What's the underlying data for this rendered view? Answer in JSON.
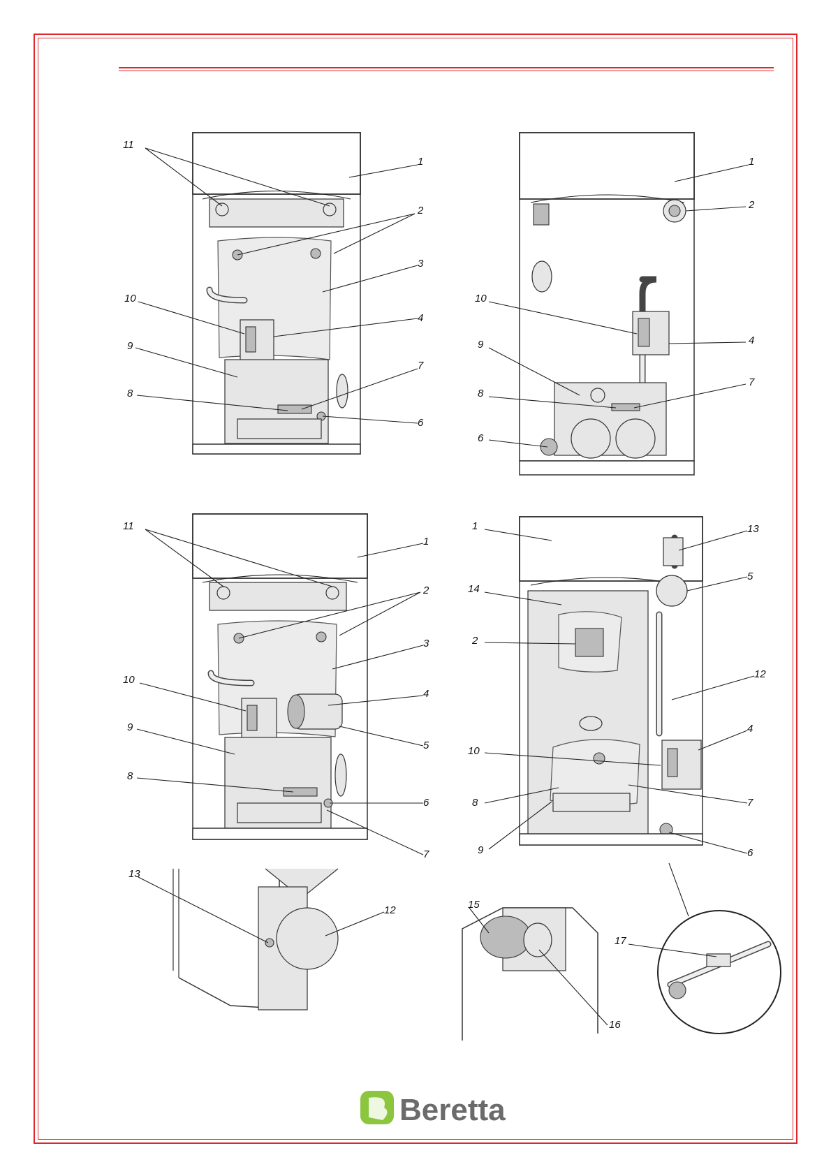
{
  "brand": {
    "name": "Beretta",
    "logo_color": "#8cc63f",
    "text_color": "#6b6b6b"
  },
  "accent_color": "#e0262b",
  "views": [
    {
      "id": "top-left",
      "labels": [
        "11",
        "1",
        "2",
        "3",
        "10",
        "4",
        "9",
        "7",
        "8",
        "6"
      ]
    },
    {
      "id": "top-right",
      "labels": [
        "1",
        "2",
        "10",
        "4",
        "9",
        "7",
        "8",
        "6"
      ]
    },
    {
      "id": "middle-left",
      "labels": [
        "11",
        "1",
        "2",
        "3",
        "10",
        "4",
        "9",
        "5",
        "8",
        "6",
        "7"
      ]
    },
    {
      "id": "middle-right",
      "labels": [
        "1",
        "13",
        "5",
        "14",
        "2",
        "12",
        "4",
        "10",
        "7",
        "8",
        "9",
        "6"
      ]
    },
    {
      "id": "detail-expansion",
      "labels": [
        "13",
        "12"
      ]
    },
    {
      "id": "detail-top",
      "labels": [
        "15",
        "16"
      ]
    },
    {
      "id": "detail-valve",
      "labels": [
        "17"
      ]
    }
  ]
}
